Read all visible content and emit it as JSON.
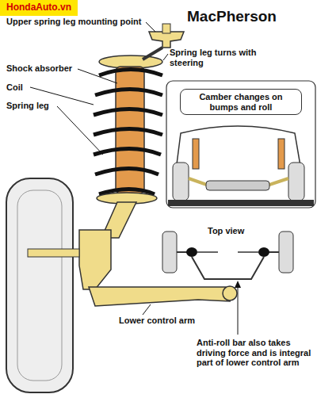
{
  "diagram": {
    "title": "MacPherson",
    "nodes": [
      {
        "text": [
          "HondaAuto.vn"
        ]
      },
      {
        "text": [
          "Camber changes on bumps and roll"
        ]
      }
    ],
    "labels": [
      "Upper spring leg mounting point",
      "Spring leg turns with steering",
      "Shock absorber",
      "Coil",
      "Spring leg",
      "Top view",
      "Lower control arm",
      "Anti-roll bar also takes driving force and is integral part of lower control arm"
    ]
  }
}
